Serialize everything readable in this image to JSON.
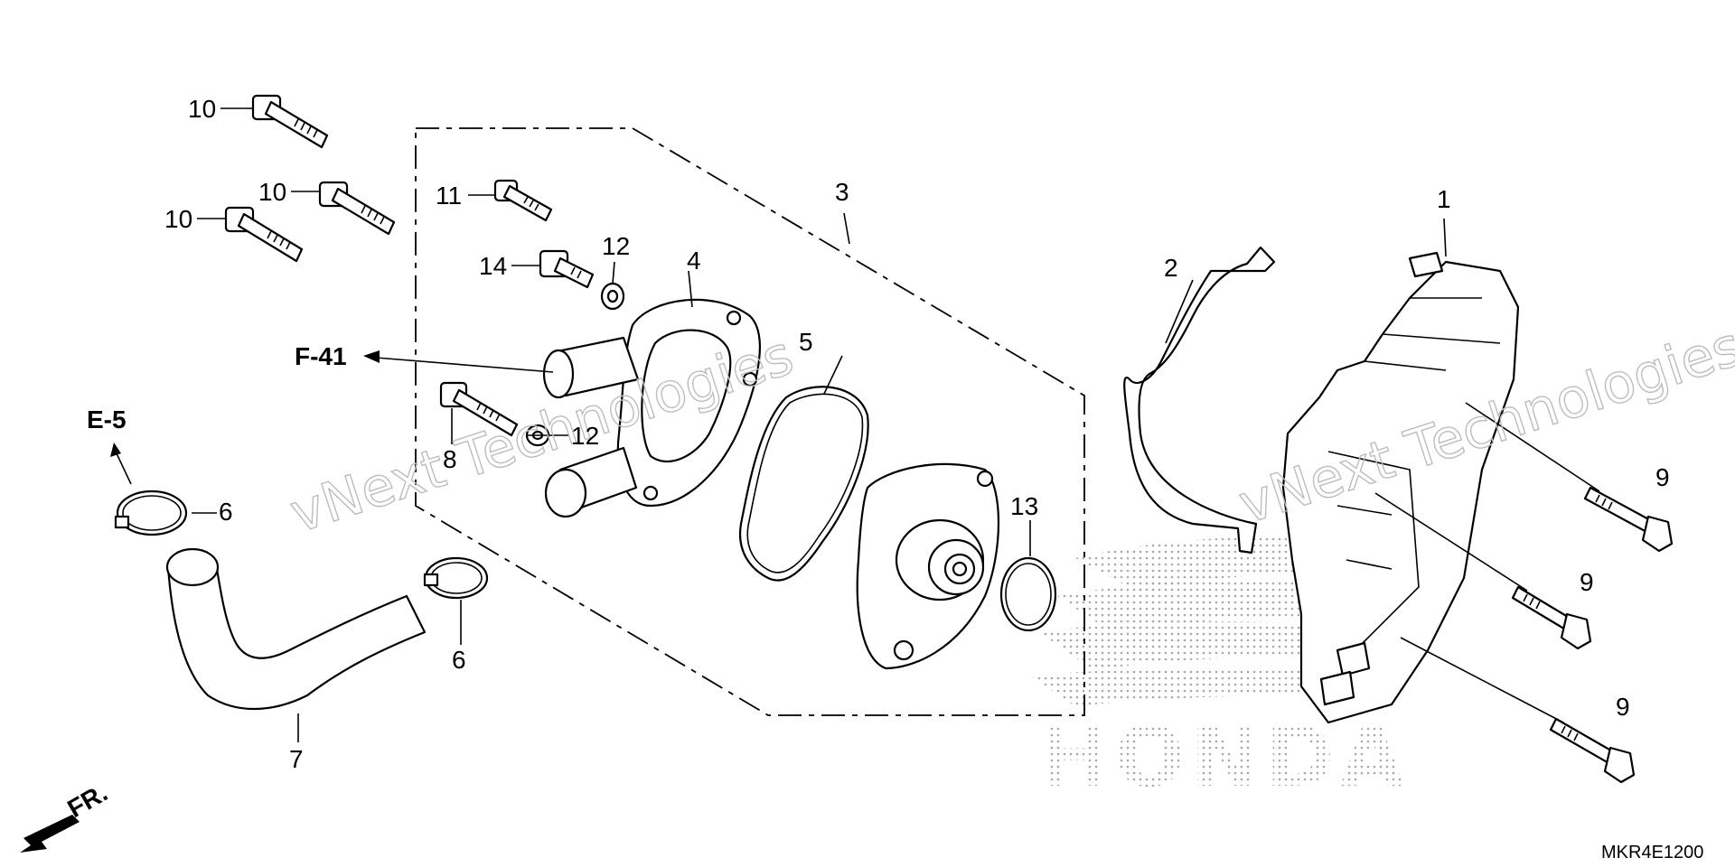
{
  "diagram": {
    "callouts": {
      "p1": "1",
      "p2": "2",
      "p3": "3",
      "p4": "4",
      "p5": "5",
      "p6a": "6",
      "p6b": "6",
      "p7": "7",
      "p8": "8",
      "p9a": "9",
      "p9b": "9",
      "p9c": "9",
      "p10a": "10",
      "p10b": "10",
      "p10c": "10",
      "p11": "11",
      "p12a": "12",
      "p12b": "12",
      "p13": "13",
      "p14": "14"
    },
    "references": {
      "f41": "F-41",
      "e5": "E-5"
    },
    "front_indicator": "FR.",
    "diagram_code": "MKR4E1200",
    "brand_watermark": "HONDA",
    "watermarks": [
      "vNext Technologies",
      "vNext Technologies"
    ]
  }
}
